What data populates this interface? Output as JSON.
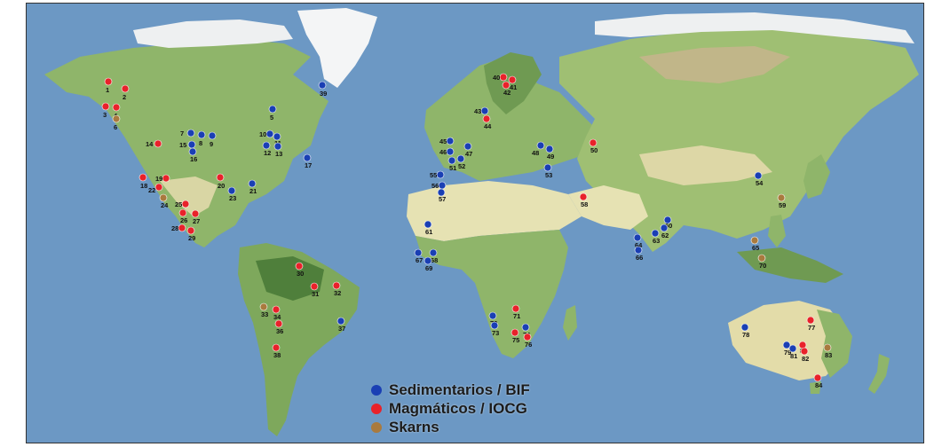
{
  "colors": {
    "ocean": "#6c98c4",
    "land_green": "#8fb56a",
    "land_dark_green": "#5e8c4a",
    "desert": "#e6e2b3",
    "ice": "#f6f7f8",
    "tundra": "#c9b48f",
    "sedimentarios": "#1a3fb4",
    "magmaticos": "#e8222a",
    "skarns": "#a97a3e"
  },
  "legend": {
    "items": [
      {
        "label": "Sedimentarios / BIF",
        "color": "#1a3fb4"
      },
      {
        "label": "Magmáticos / IOCG",
        "color": "#e8222a"
      },
      {
        "label": "Skarns",
        "color": "#a97a3e"
      }
    ]
  },
  "deposits": [
    {
      "id": "1",
      "type": "magmaticos"
    },
    {
      "id": "2",
      "type": "magmaticos"
    },
    {
      "id": "3",
      "type": "magmaticos"
    },
    {
      "id": "4",
      "type": "magmaticos"
    },
    {
      "id": "5",
      "type": "sedimentarios"
    },
    {
      "id": "6",
      "type": "skarns"
    },
    {
      "id": "7",
      "type": "sedimentarios"
    },
    {
      "id": "8",
      "type": "sedimentarios"
    },
    {
      "id": "9",
      "type": "sedimentarios"
    },
    {
      "id": "10",
      "type": "sedimentarios"
    },
    {
      "id": "11",
      "type": "sedimentarios"
    },
    {
      "id": "12",
      "type": "sedimentarios"
    },
    {
      "id": "13",
      "type": "sedimentarios"
    },
    {
      "id": "14",
      "type": "magmaticos"
    },
    {
      "id": "15",
      "type": "sedimentarios"
    },
    {
      "id": "16",
      "type": "sedimentarios"
    },
    {
      "id": "17",
      "type": "sedimentarios"
    },
    {
      "id": "18",
      "type": "magmaticos"
    },
    {
      "id": "19",
      "type": "magmaticos"
    },
    {
      "id": "20",
      "type": "magmaticos"
    },
    {
      "id": "21",
      "type": "sedimentarios"
    },
    {
      "id": "22",
      "type": "magmaticos"
    },
    {
      "id": "23",
      "type": "sedimentarios"
    },
    {
      "id": "24",
      "type": "skarns"
    },
    {
      "id": "25",
      "type": "magmaticos"
    },
    {
      "id": "26",
      "type": "magmaticos"
    },
    {
      "id": "27",
      "type": "magmaticos"
    },
    {
      "id": "28",
      "type": "magmaticos"
    },
    {
      "id": "29",
      "type": "magmaticos"
    },
    {
      "id": "30",
      "type": "magmaticos"
    },
    {
      "id": "31",
      "type": "magmaticos"
    },
    {
      "id": "32",
      "type": "magmaticos"
    },
    {
      "id": "33",
      "type": "skarns"
    },
    {
      "id": "34",
      "type": "magmaticos"
    },
    {
      "id": "36",
      "type": "magmaticos"
    },
    {
      "id": "37",
      "type": "sedimentarios"
    },
    {
      "id": "38",
      "type": "magmaticos"
    },
    {
      "id": "39",
      "type": "sedimentarios"
    },
    {
      "id": "40",
      "type": "magmaticos"
    },
    {
      "id": "41",
      "type": "magmaticos"
    },
    {
      "id": "42",
      "type": "magmaticos"
    },
    {
      "id": "43",
      "type": "sedimentarios"
    },
    {
      "id": "44",
      "type": "magmaticos"
    },
    {
      "id": "45",
      "type": "sedimentarios"
    },
    {
      "id": "46",
      "type": "sedimentarios"
    },
    {
      "id": "47",
      "type": "sedimentarios"
    },
    {
      "id": "48",
      "type": "sedimentarios"
    },
    {
      "id": "49",
      "type": "sedimentarios"
    },
    {
      "id": "50",
      "type": "magmaticos"
    },
    {
      "id": "51",
      "type": "sedimentarios"
    },
    {
      "id": "52",
      "type": "sedimentarios"
    },
    {
      "id": "53",
      "type": "sedimentarios"
    },
    {
      "id": "54",
      "type": "sedimentarios"
    },
    {
      "id": "55",
      "type": "sedimentarios"
    },
    {
      "id": "56",
      "type": "sedimentarios"
    },
    {
      "id": "57",
      "type": "sedimentarios"
    },
    {
      "id": "58",
      "type": "magmaticos"
    },
    {
      "id": "59",
      "type": "skarns"
    },
    {
      "id": "60",
      "type": "sedimentarios"
    },
    {
      "id": "61",
      "type": "sedimentarios"
    },
    {
      "id": "62",
      "type": "sedimentarios"
    },
    {
      "id": "63",
      "type": "sedimentarios"
    },
    {
      "id": "64",
      "type": "sedimentarios"
    },
    {
      "id": "65",
      "type": "skarns"
    },
    {
      "id": "66",
      "type": "sedimentarios"
    },
    {
      "id": "67",
      "type": "sedimentarios"
    },
    {
      "id": "68",
      "type": "sedimentarios"
    },
    {
      "id": "69",
      "type": "sedimentarios"
    },
    {
      "id": "70",
      "type": "skarns"
    },
    {
      "id": "71",
      "type": "magmaticos"
    },
    {
      "id": "72",
      "type": "sedimentarios"
    },
    {
      "id": "73",
      "type": "sedimentarios"
    },
    {
      "id": "74",
      "type": "sedimentarios"
    },
    {
      "id": "75",
      "type": "magmaticos"
    },
    {
      "id": "76",
      "type": "magmaticos"
    },
    {
      "id": "77",
      "type": "magmaticos"
    },
    {
      "id": "78",
      "type": "sedimentarios"
    },
    {
      "id": "79",
      "type": "sedimentarios"
    },
    {
      "id": "80",
      "type": "magmaticos"
    },
    {
      "id": "81",
      "type": "sedimentarios"
    },
    {
      "id": "82",
      "type": "magmaticos"
    },
    {
      "id": "83",
      "type": "skarns"
    },
    {
      "id": "84",
      "type": "magmaticos"
    }
  ]
}
